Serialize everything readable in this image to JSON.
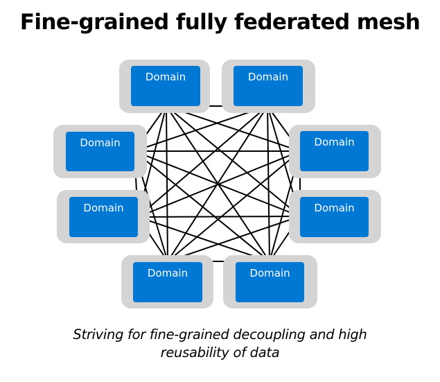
{
  "title": "Fine-grained fully federated mesh",
  "caption": {
    "line1": "Striving for fine-grained decoupling and high",
    "line2": "reusability of data"
  },
  "colors": {
    "domain_fill": "#0078d4",
    "domain_frame": "#d4d4d4",
    "domain_text": "#ffffff",
    "connector": "#000000"
  },
  "topology": "fully-connected",
  "domains": [
    {
      "id": "top-left",
      "label": "Domain"
    },
    {
      "id": "top-right",
      "label": "Domain"
    },
    {
      "id": "mid-left-upper",
      "label": "Domain"
    },
    {
      "id": "mid-right-upper",
      "label": "Domain"
    },
    {
      "id": "mid-left-lower",
      "label": "Domain"
    },
    {
      "id": "mid-right-lower",
      "label": "Domain"
    },
    {
      "id": "bottom-left",
      "label": "Domain"
    },
    {
      "id": "bottom-right",
      "label": "Domain"
    }
  ]
}
